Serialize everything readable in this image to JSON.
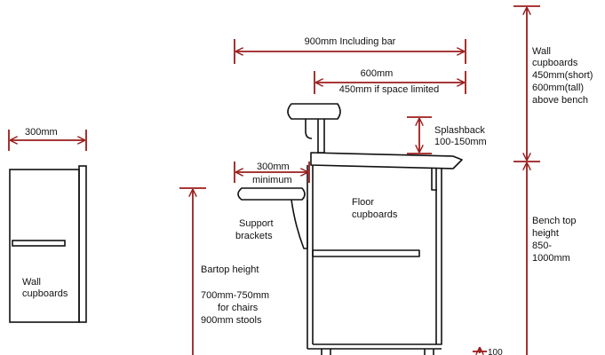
{
  "labels": {
    "overall_width": "900mm  Including bar",
    "bench_depth": "600mm",
    "bench_depth_alt": "450mm if space limited",
    "wall_cupboard_depth": "300mm",
    "bar_overhang_a": "300mm",
    "bar_overhang_b": "minimum",
    "splashback_a": "Splashback",
    "splashback_b": "100-150mm",
    "wall_cupboards_gap_lines": [
      "Wall",
      "cupboards",
      "450mm(short)",
      "600mm(tall)",
      "above bench"
    ],
    "floor_cupboards_lines": [
      "Floor",
      "cupboards"
    ],
    "support_brackets_lines": [
      "Support",
      "brackets"
    ],
    "bartop_height_title": "Bartop height",
    "bartop_height_lines": [
      "700mm-750mm",
      "for chairs",
      "900mm stools"
    ],
    "bench_height_lines": [
      "Bench top",
      "height",
      "850-",
      "1000mm"
    ],
    "wall_cupboards_lines": [
      "Wall",
      "cupboards"
    ],
    "kick_height": "100"
  },
  "colors": {
    "dimension": "#9b1c1c",
    "outline": "#111111",
    "background": "#ffffff"
  }
}
